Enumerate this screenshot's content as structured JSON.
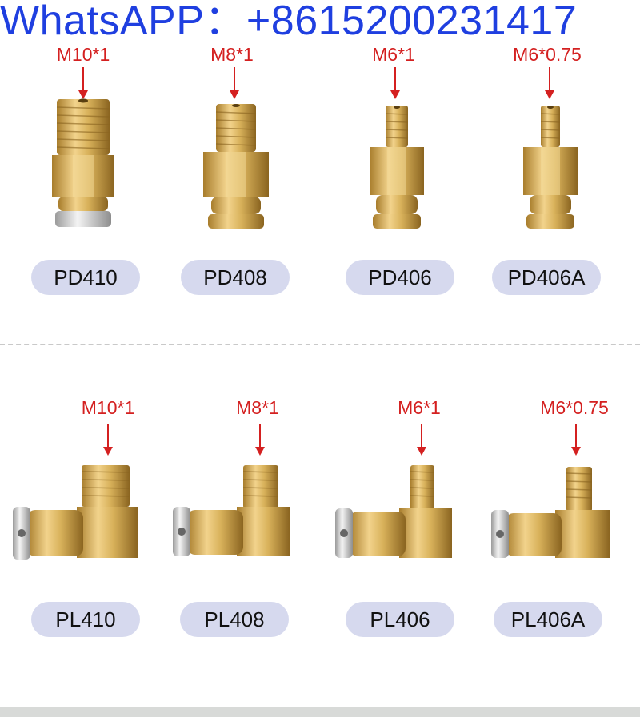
{
  "watermark": "WhatsAPP：+8615200231417",
  "straight": [
    {
      "thread": "M10*1",
      "model": "PD410"
    },
    {
      "thread": "M8*1",
      "model": "PD408"
    },
    {
      "thread": "M6*1",
      "model": "PD406"
    },
    {
      "thread": "M6*0.75",
      "model": "PD406A"
    }
  ],
  "elbow": [
    {
      "thread": "M10*1",
      "model": "PL410"
    },
    {
      "thread": "M8*1",
      "model": "PL408"
    },
    {
      "thread": "M6*1",
      "model": "PL406"
    },
    {
      "thread": "M6*0.75",
      "model": "PL406A"
    }
  ],
  "colors": {
    "label_red": "#d42020",
    "pill_bg": "#d6d9ee",
    "watermark_blue": "#1f3fe0",
    "brass": "#d8b15a"
  }
}
